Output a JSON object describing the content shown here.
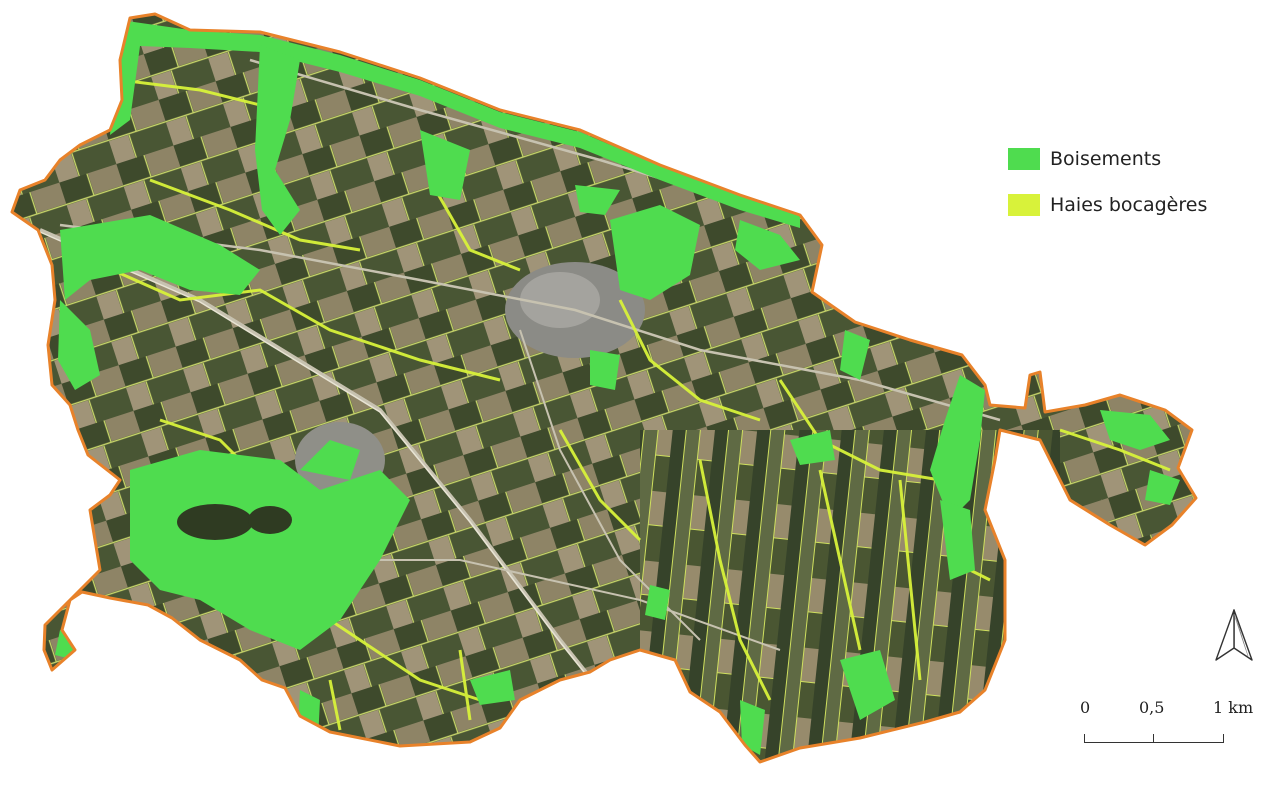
{
  "legend": {
    "items": [
      {
        "label": "Boisements",
        "color": "#4fdc4f"
      },
      {
        "label": "Haies bocagères",
        "color": "#d8f23a"
      }
    ]
  },
  "scale": {
    "ticks": [
      "0",
      "0,5",
      "1 km"
    ]
  },
  "north_arrow": {
    "icon": "north-arrow-icon"
  },
  "colors": {
    "boundary": "#e8822a",
    "woodland": "#4fdc4f",
    "hedges": "#d8f23a",
    "fields_dark": "#3e4a2c",
    "fields_light": "#a09478",
    "background": "#ffffff"
  }
}
